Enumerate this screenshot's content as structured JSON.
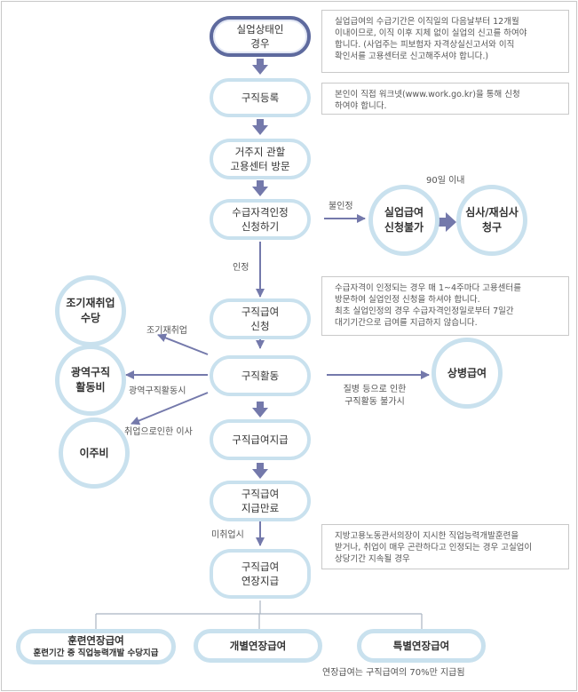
{
  "colors": {
    "box_border": "#c9e1ee",
    "start_border": "#5e6a9e",
    "arrow": "#7479ab",
    "connector": "#a9b4c2"
  },
  "steps": {
    "unemployed": "실업상태인\n경우",
    "job_registration": "구직등록",
    "visit_center": "거주지 관할\n고용센터 방문",
    "apply_eligibility": "수급자격인정\n신청하기",
    "apply_benefit": "구직급여\n신청",
    "job_search": "구직활동",
    "benefit_payment": "구직급여지급",
    "benefit_end": "구직급여\n지급만료",
    "extended_payment": "구직급여\n연장지급"
  },
  "circles": {
    "not_eligible": "실업급여\n신청불가",
    "review": "심사/재심사\n청구",
    "early_reemployment": "조기재취업\n수당",
    "wide_area_search": "광역구직\n활동비",
    "relocation": "이주비",
    "sickness_benefit": "상병급여"
  },
  "extensions": {
    "training": {
      "main": "훈련연장급여",
      "sub": "훈련기간 중 직업능력개발 수당지급"
    },
    "individual": {
      "main": "개별연장급여"
    },
    "special": {
      "main": "특별연장급여"
    }
  },
  "notes": {
    "unemployed": "실업급여의 수급기간은 이직일의 다음날부터 12개월\n이내이므로, 이직 이후 지체 없이 실업의 신고를 하여야\n합니다. (사업주는 피보험자 자격상실신고서와 이직\n확인서를 고용센터로 신고해주셔야 합니다.)",
    "registration": "본인이 직접 워크넷(www.work.go.kr)을 통해 신청\n하여야 합니다.",
    "eligibility": "수급자격이 인정되는 경우 매 1~4주마다 고용센터를\n방문하여 실업인정 신청을 하셔야 합니다.\n최초 실업인정의 경우 수급자격인정일로부터 7일간\n대기기간으로 급여를 지급하지 않습니다.",
    "extension": "지방고용노동관서의장이 지시한 직업능력개발훈련을\n받거나, 취업이 매우 곤란하다고 인정되는 경우 고실업이\n상당기간 지속될 경우"
  },
  "labels": {
    "rejected": "불인정",
    "within_90_days": "90일 이내",
    "approved": "인정",
    "early_reemployment": "조기재취업",
    "wide_area_search": "광역구직활동시",
    "relocation": "취업으로인한 이사",
    "sickness": "질병 등으로 인한\n구직활동 불가시",
    "not_employed": "미취업시",
    "extension_rate": "연장급여는 구직급여의 70%만 지급됨"
  }
}
